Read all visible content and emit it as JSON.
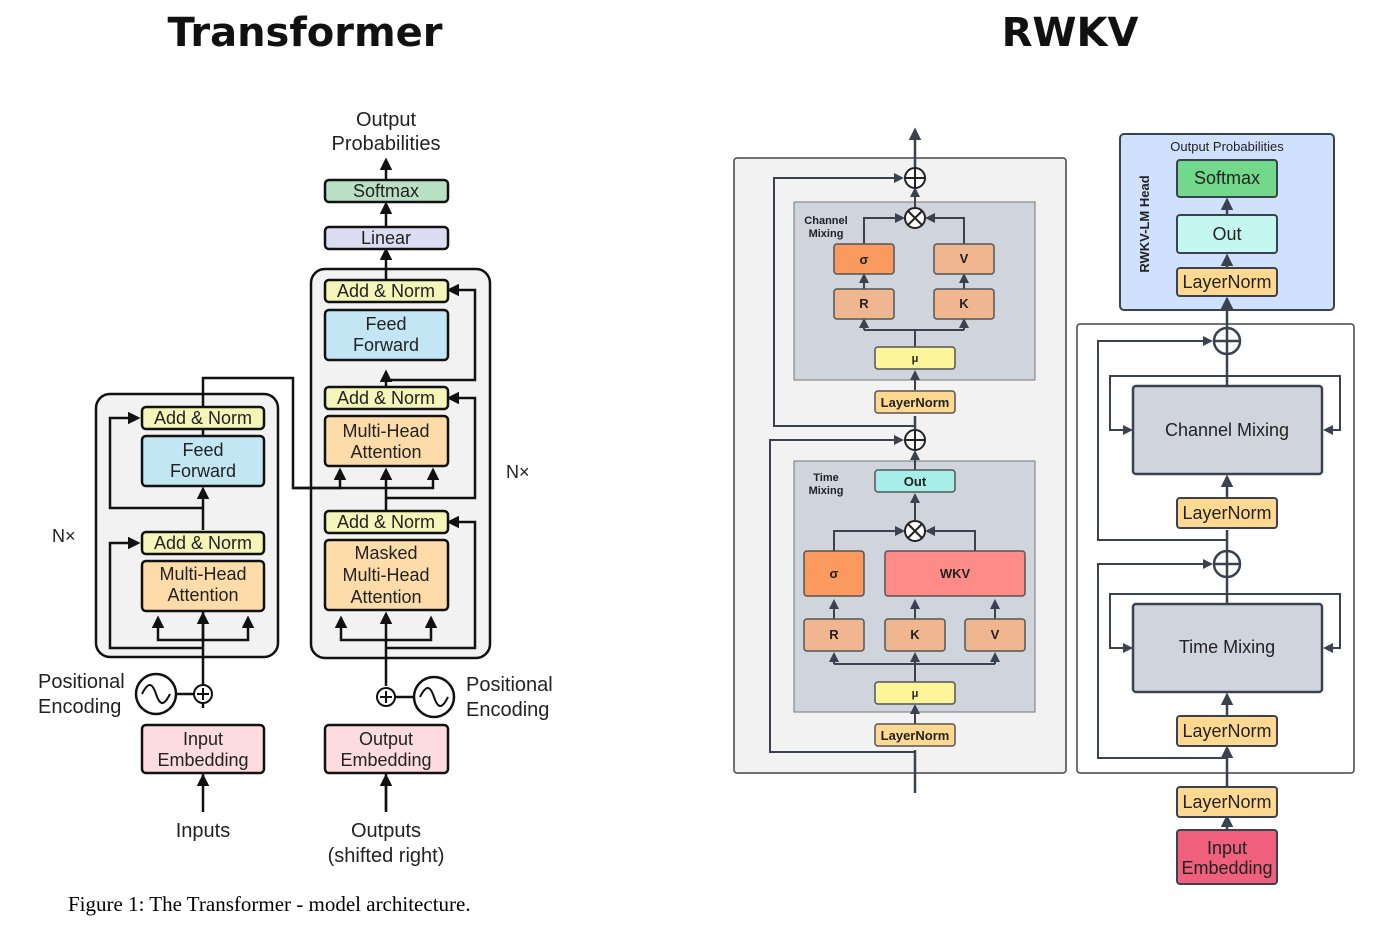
{
  "titles": {
    "left": "Transformer",
    "right": "RWKV"
  },
  "transformer": {
    "output_probabilities": [
      "Output",
      "Probabilities"
    ],
    "softmax": "Softmax",
    "linear": "Linear",
    "add_norm": "Add & Norm",
    "feed_forward": [
      "Feed",
      "Forward"
    ],
    "multi_head_attention": [
      "Multi-Head",
      "Attention"
    ],
    "masked_multi_head_attention": [
      "Masked",
      "Multi-Head",
      "Attention"
    ],
    "nx": "N×",
    "positional_encoding": [
      "Positional",
      "Encoding"
    ],
    "input_embedding": [
      "Input",
      "Embedding"
    ],
    "output_embedding": [
      "Output",
      "Embedding"
    ],
    "inputs": "Inputs",
    "outputs": [
      "Outputs",
      "(shifted right)"
    ],
    "caption": "Figure 1: The Transformer - model architecture."
  },
  "rwkv_block": {
    "channel_mixing_label": [
      "Channel",
      "Mixing"
    ],
    "time_mixing_label": [
      "Time",
      "Mixing"
    ],
    "sigma": "σ",
    "r": "R",
    "k": "K",
    "v": "V",
    "mu": "μ",
    "wkv": "WKV",
    "out": "Out",
    "layernorm": "LayerNorm"
  },
  "rwkv_stack": {
    "lm_head_label": "RWKV-LM Head",
    "output_probabilities": "Output Probabilities",
    "softmax": "Softmax",
    "out": "Out",
    "layernorm": "LayerNorm",
    "channel_mixing": "Channel Mixing",
    "time_mixing": "Time Mixing",
    "input_embedding": [
      "Input",
      "Embedding"
    ]
  },
  "colors": {
    "softmax_green": "#b9e0c5",
    "linear_lavender": "#dcdcf2",
    "addnorm_yellow": "#f3f6b8",
    "feedforward_blue": "#c2e6f4",
    "attention_orange": "#fddcaa",
    "embedding_pink": "#fcdcdf",
    "rwkv_sigma": "#fb9a5e",
    "rwkv_rkv": "#f0b690",
    "rwkv_mu": "#fdf59a",
    "rwkv_layernorm": "#ffd992",
    "rwkv_out": "#a6eee7",
    "rwkv_wkv": "#fd8c88",
    "rwkv_block_gray": "#cfd4dd",
    "lm_head_blue": "#cfe1fd",
    "rwkv_softmax": "#72d98c",
    "rwkv_input_emb": "#f0607c"
  }
}
